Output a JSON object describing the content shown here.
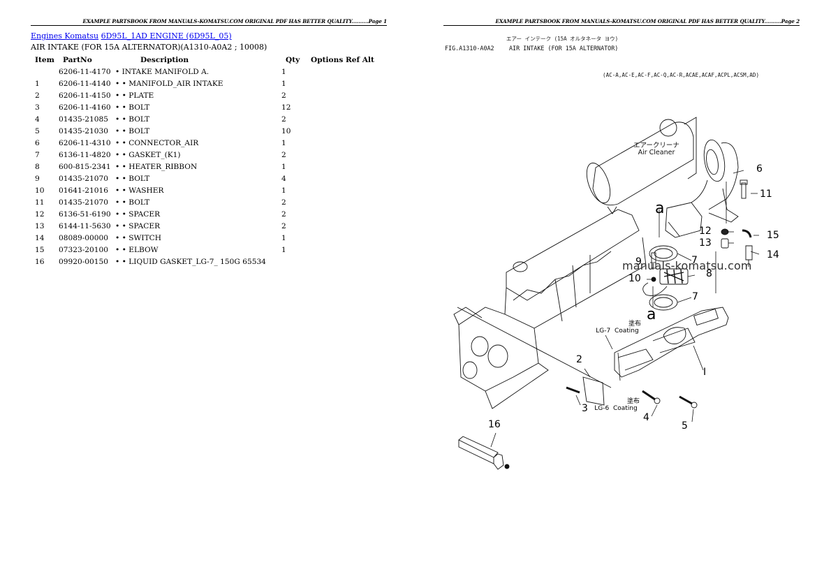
{
  "pages": {
    "left": {
      "header": "EXAMPLE PARTSBOOK FROM MANUALS-KOMATSU.COM ORIGINAL PDF HAS BETTER QUALITY..........Page 1",
      "breadcrumb": {
        "link1": "Engines Komatsu",
        "link2": "6D95L_1AD ENGINE (6D95L_05)"
      },
      "subtitle": "AIR INTAKE (FOR 15A ALTERNATOR)(A1310-A0A2 ; 10008)",
      "table": {
        "columns": [
          "Item",
          "PartNo",
          "Description",
          "Qty",
          "Options",
          "Ref",
          "Alt"
        ],
        "headers": {
          "item": "Item",
          "partno": "PartNo",
          "description": "Description",
          "qty": "Qty",
          "options": "Options Ref Alt"
        },
        "rows": [
          {
            "item": "",
            "partno": "6206-11-4170",
            "description": "• INTAKE MANIFOLD A.",
            "qty": "1"
          },
          {
            "item": "1",
            "partno": "6206-11-4140",
            "description": "• • MANIFOLD_AIR INTAKE",
            "qty": "1"
          },
          {
            "item": "2",
            "partno": "6206-11-4150",
            "description": "• • PLATE",
            "qty": "2"
          },
          {
            "item": "3",
            "partno": "6206-11-4160",
            "description": "• • BOLT",
            "qty": "12"
          },
          {
            "item": "4",
            "partno": "01435-21085",
            "description": "• • BOLT",
            "qty": "2"
          },
          {
            "item": "5",
            "partno": "01435-21030",
            "description": "• • BOLT",
            "qty": "10"
          },
          {
            "item": "6",
            "partno": "6206-11-4310",
            "description": "• • CONNECTOR_AIR",
            "qty": "1"
          },
          {
            "item": "7",
            "partno": "6136-11-4820",
            "description": "• • GASKET_(K1)",
            "qty": "2"
          },
          {
            "item": "8",
            "partno": "600-815-2341",
            "description": "• • HEATER_RIBBON",
            "qty": "1"
          },
          {
            "item": "9",
            "partno": "01435-21070",
            "description": "• • BOLT",
            "qty": "4"
          },
          {
            "item": "10",
            "partno": "01641-21016",
            "description": "• • WASHER",
            "qty": "1"
          },
          {
            "item": "11",
            "partno": "01435-21070",
            "description": "• • BOLT",
            "qty": "2"
          },
          {
            "item": "12",
            "partno": "6136-51-6190",
            "description": "• • SPACER",
            "qty": "2"
          },
          {
            "item": "13",
            "partno": "6144-11-5630",
            "description": "• • SPACER",
            "qty": "2"
          },
          {
            "item": "14",
            "partno": "08089-00000",
            "description": "• • SWITCH",
            "qty": "1"
          },
          {
            "item": "15",
            "partno": "07323-20100",
            "description": "• • ELBOW",
            "qty": "1"
          },
          {
            "item": "16",
            "partno": "09920-00150",
            "description": "• • LIQUID GASKET_LG-7_ 150G 65534",
            "qty": ""
          }
        ]
      }
    },
    "right": {
      "header": "EXAMPLE PARTSBOOK FROM MANUALS-KOMATSU.COM ORIGINAL PDF HAS BETTER QUALITY..........Page 2",
      "figure": {
        "title_jp": "エアー インテーク (15A オルタネータ ヨウ)",
        "fig_id": "FIG.A1310-A0A2",
        "title": "AIR INTAKE (FOR 15A ALTERNATOR)",
        "models": "(AC-A,AC-E,AC-F,AC-Q,AC-R,ACAE,ACAF,ACPL,ACSM,AD)",
        "air_cleaner_jp": "エアークリーナ",
        "air_cleaner": "Air  Cleaner",
        "watermark": "manuals-komatsu.com",
        "coating_jp": "塗布",
        "coating_lg7": "LG-7",
        "coating_lg6": "LG-6",
        "coating": "Coating",
        "callouts": {
          "c1": "I",
          "c2": "2",
          "c3": "3",
          "c4": "4",
          "c5": "5",
          "c6": "6",
          "c7a": "7",
          "c7b": "7",
          "c8": "8",
          "c9": "9",
          "c10": "10",
          "c11": "11",
          "c12": "12",
          "c13": "13",
          "c14": "14",
          "c15": "15",
          "c16": "16",
          "a1": "a",
          "a2": "a"
        }
      }
    }
  }
}
